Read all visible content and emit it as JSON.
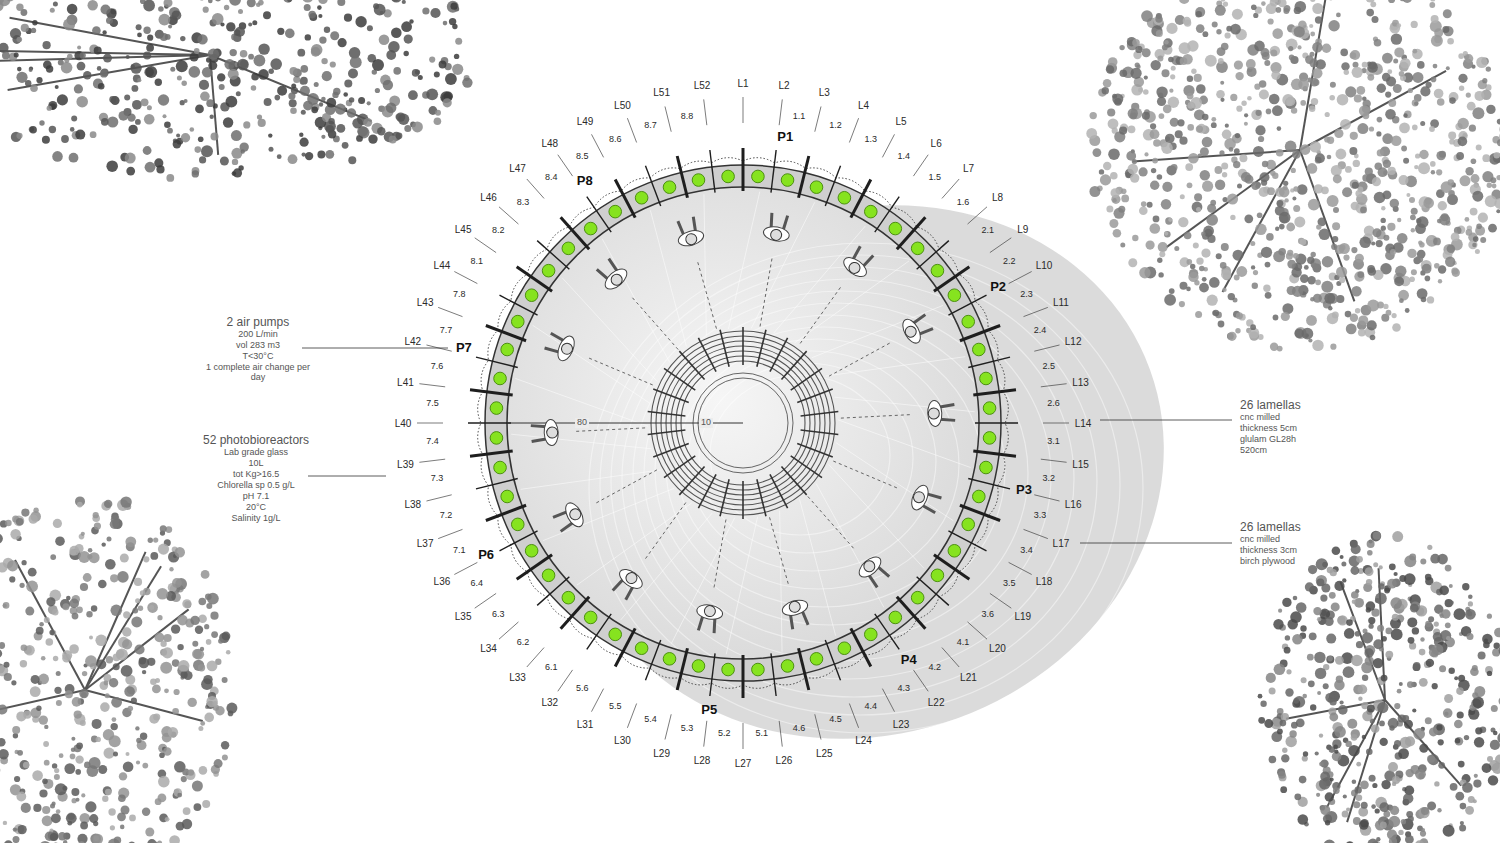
{
  "diagram": {
    "labels": [
      "L1",
      "L2",
      "L3",
      "L4",
      "L5",
      "L6",
      "L7",
      "L8",
      "L9",
      "L10",
      "L11",
      "L12",
      "L13",
      "L14",
      "L15",
      "L16",
      "L17",
      "L18",
      "L19",
      "L20",
      "L21",
      "L22",
      "L23",
      "L24",
      "L25",
      "L26",
      "L27",
      "L28",
      "L29",
      "L30",
      "L31",
      "L32",
      "L33",
      "L34",
      "L35",
      "L36",
      "L37",
      "L38",
      "L39",
      "L40",
      "L41",
      "L42",
      "L43",
      "L44",
      "L45",
      "L46",
      "L47",
      "L48",
      "L49",
      "L50",
      "L51",
      "L52",
      "P1",
      "P2",
      "P3",
      "P4",
      "P5",
      "P6",
      "P7",
      "P8",
      "1.1",
      "1.2",
      "1.3",
      "1.4",
      "1.5",
      "1.6",
      "2.1",
      "2.2",
      "2.3",
      "2.4",
      "2.5",
      "2.6",
      "3.1",
      "3.2",
      "3.3",
      "3.4",
      "3.5",
      "3.6",
      "4.1",
      "4.2",
      "4.3",
      "4.4",
      "4.5",
      "4.6",
      "5.1",
      "5.2",
      "5.3",
      "5.4",
      "5.5",
      "5.6",
      "6.1",
      "6.2",
      "6.3",
      "6.4",
      "7.1",
      "7.2",
      "7.3",
      "7.4",
      "7.5",
      "7.6",
      "7.7",
      "7.8",
      "8.1",
      "8.2",
      "8.3",
      "8.4",
      "8.5",
      "8.6",
      "8.7",
      "8.8",
      "80",
      "10",
      "2 air pumps",
      "200 L/min",
      "vol 283 m3",
      "T<30°C",
      "1 complete air change per day",
      "52 photobioreactors",
      "Lab grade glass",
      "10L",
      "tot Kg>16.5",
      "Chlorella sp 0.5 g/L",
      "pH 7.1",
      "20°C",
      "Salinity 1g/L",
      "26 lamellas",
      "cnc milled",
      "thickness 5cm",
      "glulam GL28h",
      "520cm",
      "26 lamellas",
      "cnc milled",
      "thickness 3cm",
      "birch plywood"
    ]
  }
}
